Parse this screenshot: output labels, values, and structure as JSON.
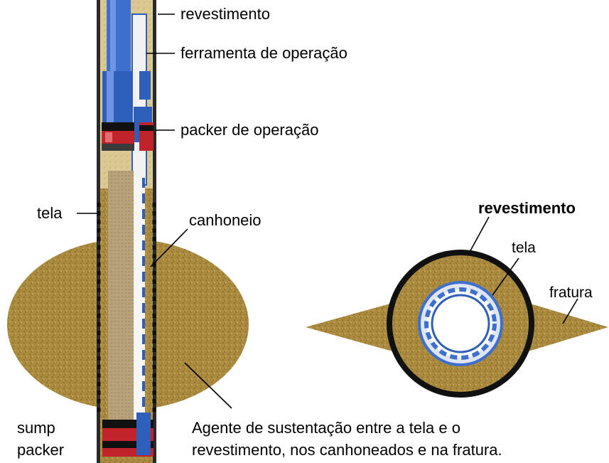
{
  "labels": {
    "revestimento_top": "revestimento",
    "ferramenta": "ferramenta de operação",
    "packer_operacao": "packer de operação",
    "tela_left": "tela",
    "canhoneio": "canhoneio",
    "sump_line1": "sump",
    "sump_line2": "packer",
    "agente_line1": "Agente de sustentação entre a tela e o",
    "agente_line2": "revestimento, nos canhoneados e na fratura.",
    "revestimento_right": "revestimento",
    "tela_right": "tela",
    "fratura": "fratura"
  },
  "colors": {
    "sand": "#a98a3e",
    "sand_light": "#d8c690",
    "casing": "#e6e6e6",
    "tool_blue": "#2f5fb8",
    "packer_red": "#c0242a",
    "black": "#111111"
  }
}
